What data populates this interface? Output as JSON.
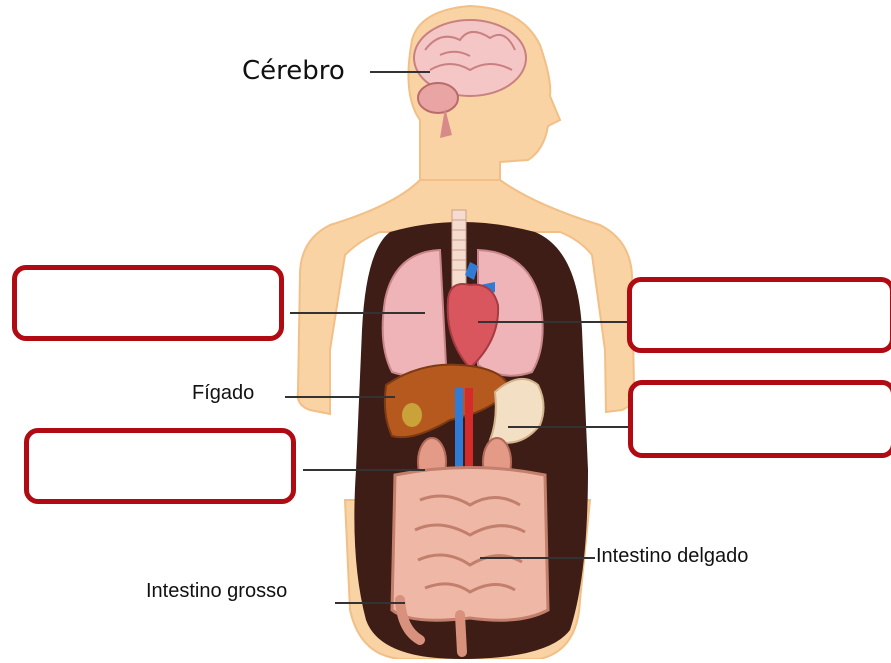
{
  "diagram": {
    "labels": {
      "brain": "Cérebro",
      "liver": "Fígado",
      "small_intestine": "Intestino delgado",
      "large_intestine": "Intestino grosso"
    },
    "blank_boxes": [
      {
        "id": "lungs",
        "text": ""
      },
      {
        "id": "heart",
        "text": ""
      },
      {
        "id": "stomach",
        "text": ""
      },
      {
        "id": "kidneys",
        "text": ""
      }
    ],
    "colors": {
      "skin": "#f9d3a3",
      "cavity": "#3d1d16",
      "lungs": "#efb4b8",
      "heart": "#d9565e",
      "liver": "#b5591f",
      "stomach": "#f3e0c4",
      "intestine": "#efb8a6",
      "artery": "#d62b2b",
      "vein": "#2f7bd6",
      "box_border": "#b00a12",
      "leader_line": "#333333"
    }
  }
}
